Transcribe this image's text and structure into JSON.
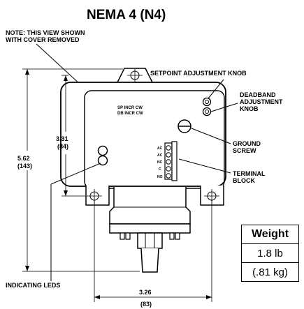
{
  "title": "NEMA 4 (N4)",
  "note_line1": "NOTE: THIS VIEW SHOWN",
  "note_line2": "WITH COVER REMOVED",
  "label_setpoint": "SETPOINT ADJUSTMENT KNOB",
  "label_deadband": [
    "DEADBAND",
    "ADJUSTMENT",
    "KNOB"
  ],
  "label_ground": [
    "GROUND",
    "SCREW"
  ],
  "label_terminal": [
    "TERMINAL",
    "BLOCK"
  ],
  "label_leds": "INDICATING LEDS",
  "cover_text": [
    "SP INCR CW",
    "DB INCR CW"
  ],
  "terminal_pins": [
    "AC",
    "AC",
    "NC",
    "C",
    "NO"
  ],
  "dim_overall_height": {
    "in": "5.62",
    "mm": "(143)"
  },
  "dim_body_height": {
    "in": "3.31",
    "mm": "(84)"
  },
  "dim_mount_width": {
    "in": "3.26",
    "mm": "(83)"
  },
  "weight": {
    "header": "Weight",
    "lb": "1.8 lb",
    "kg": "(.81 kg)"
  }
}
